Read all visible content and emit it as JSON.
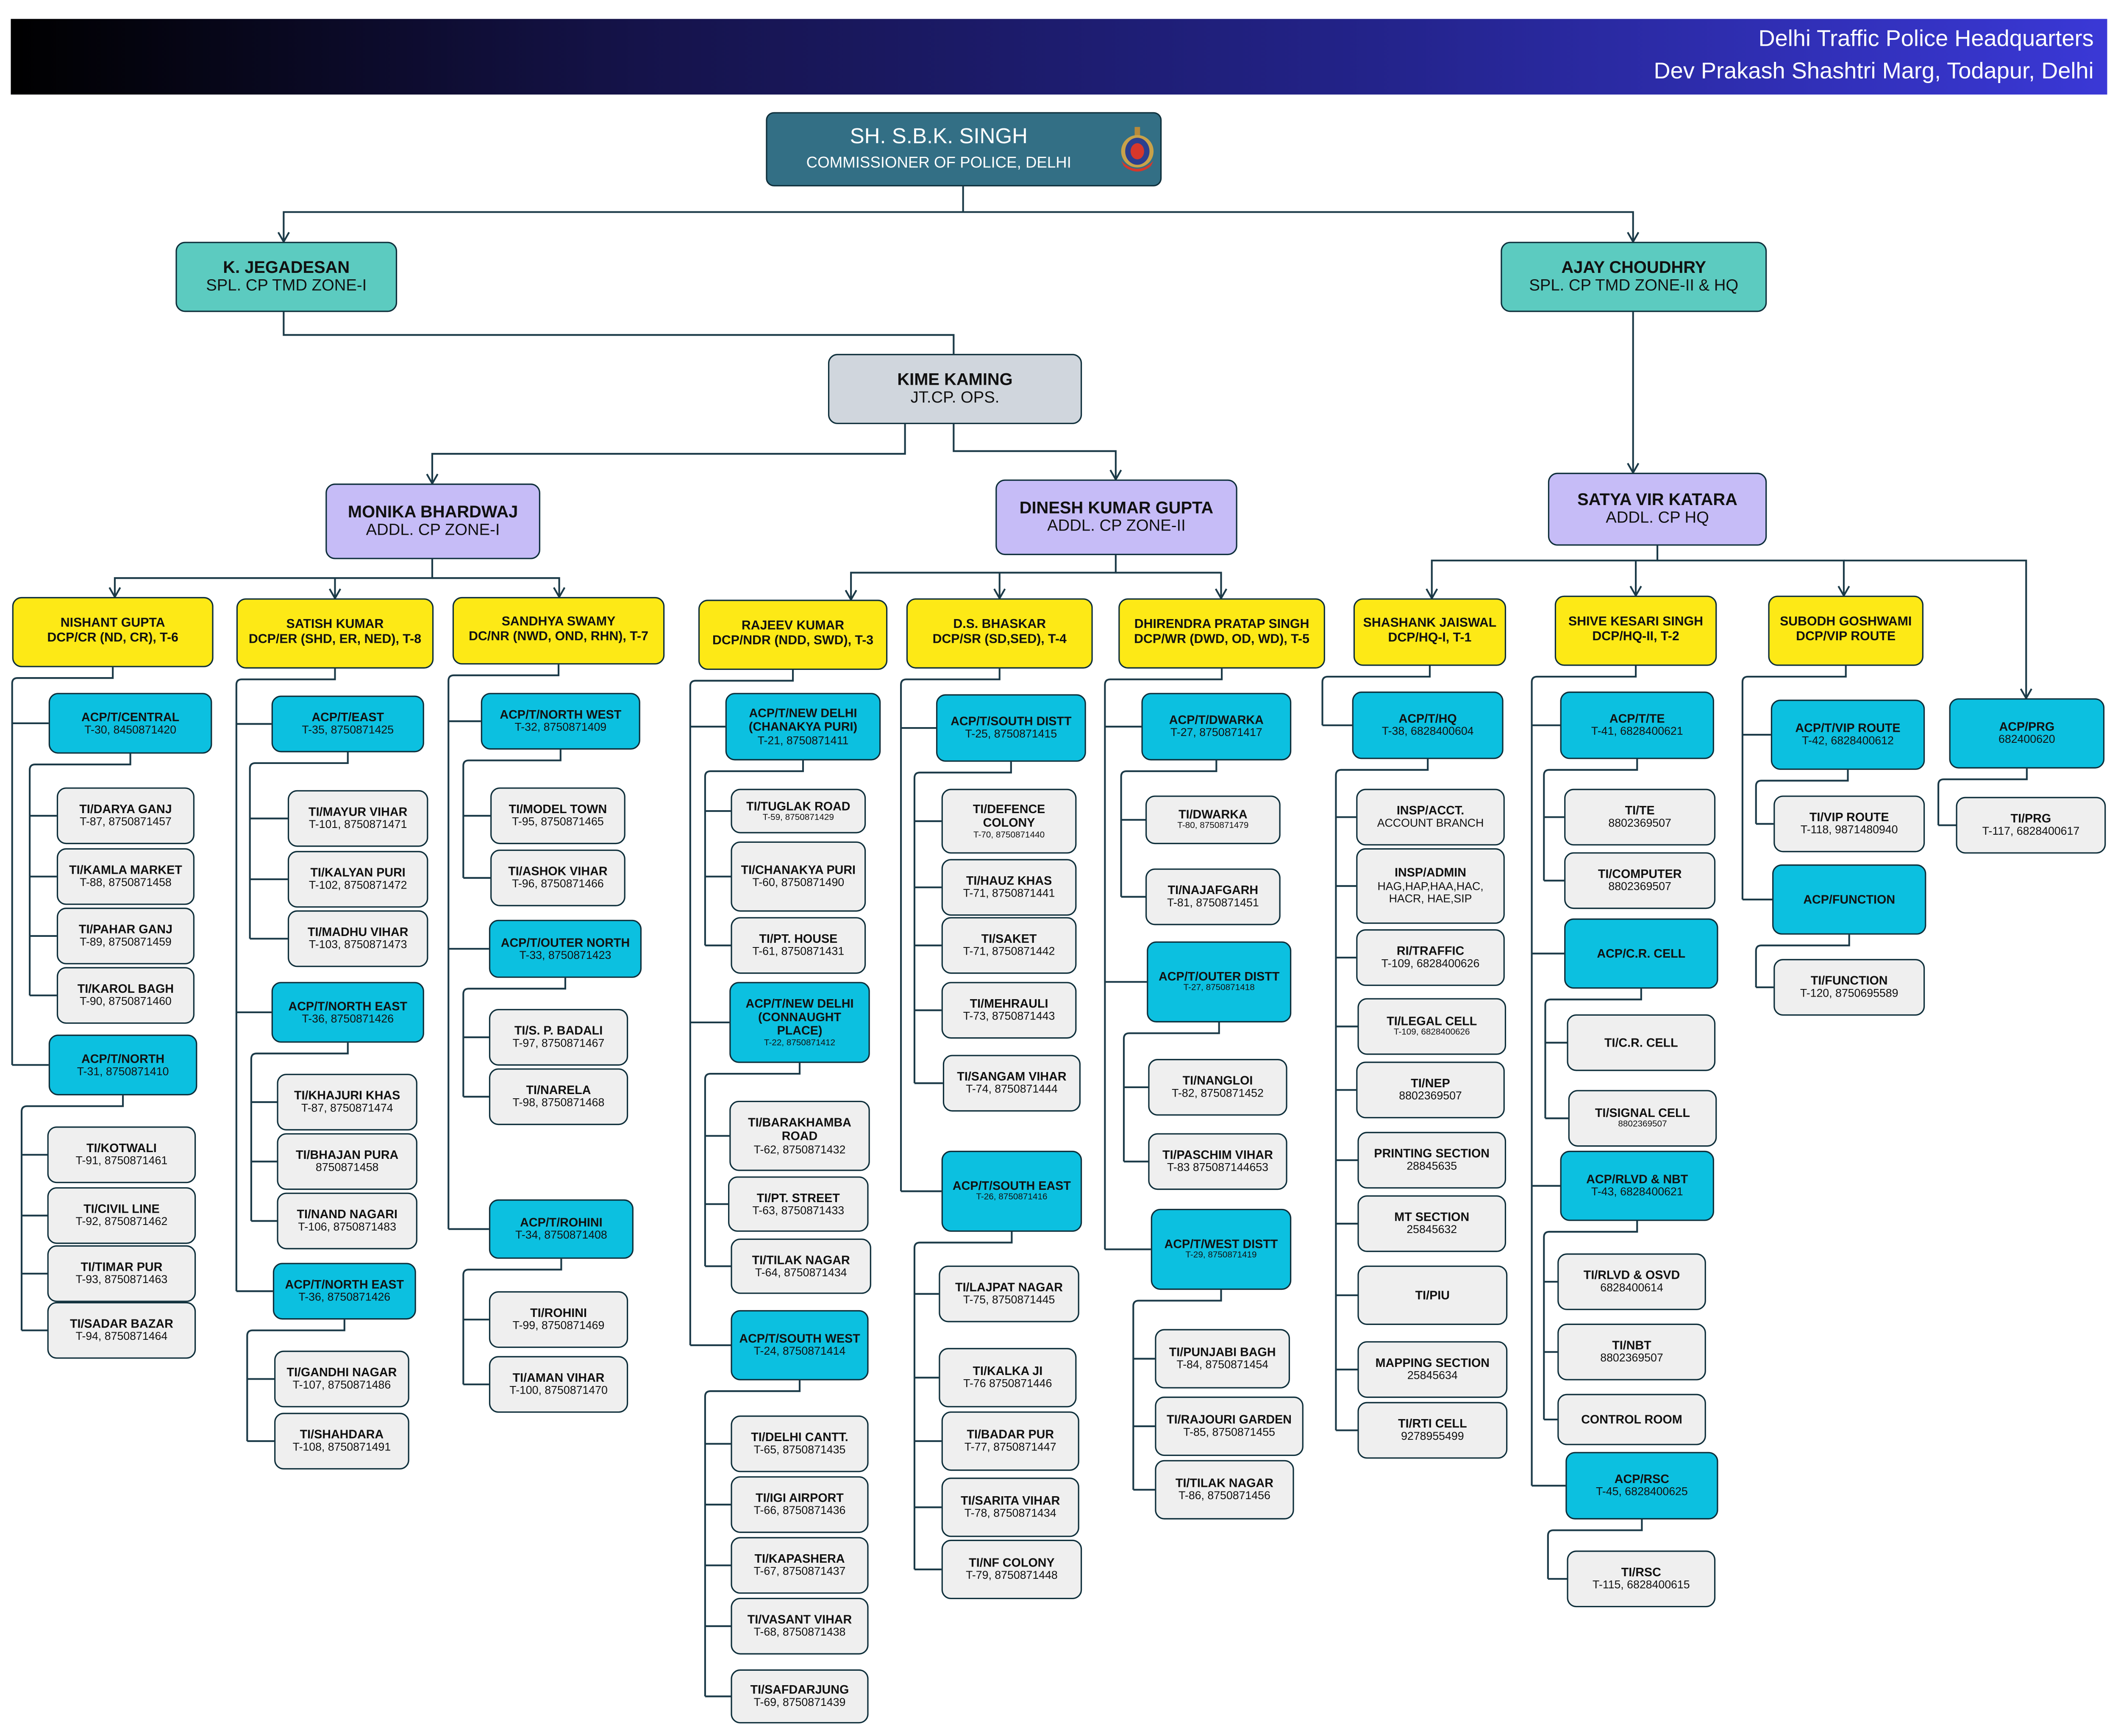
{
  "header": {
    "line1": "Delhi Traffic Police Headquarters",
    "line2": "Dev Prakash Shashtri Marg, Todapur, Delhi"
  },
  "colors": {
    "cp": "#336f85",
    "spl": "#5ccbc0",
    "jt": "#d0d6dd",
    "addl": "#c6bcf7",
    "dcp": "#fde916",
    "acp": "#0cc0e0",
    "ti": "#efefef",
    "line": "#1b3a48"
  },
  "nodes": {
    "cp": {
      "title": "SH. S.B.K. SINGH",
      "sub": "COMMISSIONER OF POLICE, DELHI"
    },
    "jeg": {
      "title": "K. JEGADESAN",
      "sub": "SPL. CP TMD ZONE-I"
    },
    "ajay": {
      "title": "AJAY CHOUDHRY",
      "sub": "SPL. CP TMD ZONE-II & HQ"
    },
    "kime": {
      "title": "KIME KAMING",
      "sub": "JT.CP. OPS."
    },
    "monika": {
      "title": "MONIKA BHARDWAJ",
      "sub": "ADDL. CP ZONE-I"
    },
    "dinesh": {
      "title": "DINESH KUMAR GUPTA",
      "sub": "ADDL. CP ZONE-II"
    },
    "satya": {
      "title": "SATYA VIR KATARA",
      "sub": "ADDL. CP HQ"
    },
    "d1": {
      "title": "NISHANT GUPTA",
      "sub": "DCP/CR (ND, CR), T-6"
    },
    "d2": {
      "title": "SATISH KUMAR",
      "sub": "DCP/ER (SHD, ER, NED), T-8"
    },
    "d3": {
      "title": "SANDHYA SWAMY",
      "sub": "DC/NR (NWD, OND, RHN), T-7"
    },
    "d4": {
      "title": "RAJEEV KUMAR",
      "sub": "DCP/NDR (NDD, SWD), T-3"
    },
    "d5": {
      "title": "D.S. BHASKAR",
      "sub": "DCP/SR (SD,SED), T-4"
    },
    "d6": {
      "title": "DHIRENDRA PRATAP SINGH",
      "sub": "DCP/WR (DWD, OD, WD), T-5"
    },
    "d7": {
      "title": "SHASHANK JAISWAL",
      "sub": "DCP/HQ-I, T-1"
    },
    "d8": {
      "title": "SHIVE KESARI SINGH",
      "sub": "DCP/HQ-II, T-2"
    },
    "d9": {
      "title": "SUBODH GOSHWAMI",
      "sub": "DCP/VIP ROUTE"
    },
    "a1a": {
      "title": "ACP/T/CENTRAL",
      "sub": "T-30, 8450871420"
    },
    "t1a1": {
      "title": "TI/DARYA GANJ",
      "sub": "T-87, 8750871457"
    },
    "t1a2": {
      "title": "TI/KAMLA MARKET",
      "sub": "T-88, 8750871458"
    },
    "t1a3": {
      "title": "TI/PAHAR GANJ",
      "sub": "T-89, 8750871459"
    },
    "t1a4": {
      "title": "TI/KAROL BAGH",
      "sub": "T-90, 8750871460"
    },
    "a1b": {
      "title": "ACP/T/NORTH",
      "sub": "T-31, 8750871410"
    },
    "t1b1": {
      "title": "TI/KOTWALI",
      "sub": "T-91, 8750871461"
    },
    "t1b2": {
      "title": "TI/CIVIL LINE",
      "sub": "T-92, 8750871462"
    },
    "t1b3": {
      "title": "TI/TIMAR PUR",
      "sub": "T-93, 8750871463"
    },
    "t1b4": {
      "title": "TI/SADAR BAZAR",
      "sub": "T-94, 8750871464"
    },
    "a2a": {
      "title": "ACP/T/EAST",
      "sub": "T-35, 8750871425"
    },
    "t2a1": {
      "title": "TI/MAYUR VIHAR",
      "sub": "T-101, 8750871471"
    },
    "t2a2": {
      "title": "TI/KALYAN PURI",
      "sub": "T-102, 8750871472"
    },
    "t2a3": {
      "title": "TI/MADHU VIHAR",
      "sub": "T-103, 8750871473"
    },
    "a2b": {
      "title": "ACP/T/NORTH EAST",
      "sub": "T-36, 8750871426"
    },
    "t2b1": {
      "title": "TI/KHAJURI KHAS",
      "sub": "T-87, 8750871474"
    },
    "t2b2": {
      "title": "TI/BHAJAN PURA",
      "sub": "8750871458"
    },
    "t2b3": {
      "title": "TI/NAND NAGARI",
      "sub": "T-106, 8750871483"
    },
    "a2c": {
      "title": "ACP/T/NORTH EAST",
      "sub": "T-36, 8750871426"
    },
    "t2c1": {
      "title": "TI/GANDHI NAGAR",
      "sub": "T-107, 8750871486"
    },
    "t2c2": {
      "title": "TI/SHAHDARA",
      "sub": "T-108, 8750871491"
    },
    "a3a": {
      "title": "ACP/T/NORTH WEST",
      "sub": "T-32, 8750871409"
    },
    "t3a1": {
      "title": "TI/MODEL TOWN",
      "sub": "T-95, 8750871465"
    },
    "t3a2": {
      "title": "TI/ASHOK VIHAR",
      "sub": "T-96, 8750871466"
    },
    "a3b": {
      "title": "ACP/T/OUTER NORTH",
      "sub": "T-33, 8750871423"
    },
    "t3b1": {
      "title": "TI/S. P. BADALI",
      "sub": "T-97, 8750871467"
    },
    "t3b2": {
      "title": "TI/NARELA",
      "sub": "T-98, 8750871468"
    },
    "a3c": {
      "title": "ACP/T/ROHINI",
      "sub": "T-34, 8750871408"
    },
    "t3c1": {
      "title": "TI/ROHINI",
      "sub": "T-99, 8750871469"
    },
    "t3c2": {
      "title": "TI/AMAN VIHAR",
      "sub": "T-100, 8750871470"
    },
    "a4a": {
      "title": "ACP/T/NEW DELHI (CHANAKYA PURI)",
      "sub": "T-21, 8750871411"
    },
    "t4a1": {
      "title": "TI/TUGLAK ROAD",
      "sub": "T-59, 8750871429"
    },
    "t4a2": {
      "title": "TI/CHANAKYA PURI",
      "sub": "T-60, 8750871490"
    },
    "t4a3": {
      "title": "TI/PT. HOUSE",
      "sub": "T-61, 8750871431"
    },
    "a4b": {
      "title": "ACP/T/NEW DELHI (CONNAUGHT PLACE)",
      "sub": "T-22, 8750871412"
    },
    "t4b1": {
      "title": "TI/BARAKHAMBA ROAD",
      "sub": "T-62, 8750871432"
    },
    "t4b2": {
      "title": "TI/PT. STREET",
      "sub": "T-63, 8750871433"
    },
    "t4b3": {
      "title": "TI/TILAK NAGAR",
      "sub": "T-64, 8750871434"
    },
    "a4c": {
      "title": "ACP/T/SOUTH WEST",
      "sub": "T-24, 8750871414"
    },
    "t4c1": {
      "title": "TI/DELHI CANTT.",
      "sub": "T-65, 8750871435"
    },
    "t4c2": {
      "title": "TI/IGI AIRPORT",
      "sub": "T-66, 8750871436"
    },
    "t4c3": {
      "title": "TI/KAPASHERA",
      "sub": "T-67, 8750871437"
    },
    "t4c4": {
      "title": "TI/VASANT VIHAR",
      "sub": "T-68, 8750871438"
    },
    "t4c5": {
      "title": "TI/SAFDARJUNG",
      "sub": "T-69, 8750871439"
    },
    "a5a": {
      "title": "ACP/T/SOUTH DISTT",
      "sub": "T-25, 8750871415"
    },
    "t5a1": {
      "title": "TI/DEFENCE COLONY",
      "sub": "T-70, 8750871440"
    },
    "t5a2": {
      "title": "TI/HAUZ KHAS",
      "sub": "T-71, 8750871441"
    },
    "t5a3": {
      "title": "TI/SAKET",
      "sub": "T-71, 8750871442"
    },
    "t5a4": {
      "title": "TI/MEHRAULI",
      "sub": "T-73, 8750871443"
    },
    "t5a5": {
      "title": "TI/SANGAM VIHAR",
      "sub": "T-74, 8750871444"
    },
    "a5b": {
      "title": "ACP/T/SOUTH EAST",
      "sub": "T-26, 8750871416"
    },
    "t5b1": {
      "title": "TI/LAJPAT NAGAR",
      "sub": "T-75, 8750871445"
    },
    "t5b2": {
      "title": "TI/KALKA JI",
      "sub": "T-76 8750871446"
    },
    "t5b3": {
      "title": "TI/BADAR PUR",
      "sub": "T-77, 8750871447"
    },
    "t5b4": {
      "title": "TI/SARITA VIHAR",
      "sub": "T-78, 8750871434"
    },
    "t5b5": {
      "title": "TI/NF COLONY",
      "sub": "T-79, 8750871448"
    },
    "a6a": {
      "title": "ACP/T/DWARKA",
      "sub": "T-27, 8750871417"
    },
    "t6a1": {
      "title": "TI/DWARKA",
      "sub": "T-80, 8750871479"
    },
    "t6a2": {
      "title": "TI/NAJAFGARH",
      "sub": "T-81, 8750871451"
    },
    "a6b": {
      "title": "ACP/T/OUTER DISTT",
      "sub": "T-27, 8750871418"
    },
    "t6b1": {
      "title": "TI/NANGLOI",
      "sub": "T-82, 8750871452"
    },
    "t6b2": {
      "title": "TI/PASCHIM VIHAR",
      "sub": "T-83 875087144653"
    },
    "a6c": {
      "title": "ACP/T/WEST DISTT",
      "sub": "T-29, 8750871419"
    },
    "t6c1": {
      "title": "TI/PUNJABI BAGH",
      "sub": "T-84, 8750871454"
    },
    "t6c2": {
      "title": "TI/RAJOURI GARDEN",
      "sub": "T-85, 8750871455"
    },
    "t6c3": {
      "title": "TI/TILAK NAGAR",
      "sub": "T-86, 8750871456"
    },
    "a7a": {
      "title": "ACP/T/HQ",
      "sub": "T-38, 6828400604"
    },
    "t7a1": {
      "title": "INSP/ACCT.",
      "sub": "ACCOUNT BRANCH"
    },
    "t7a2": {
      "title": "INSP/ADMIN",
      "sub": "HAG,HAP,HAA,HAC, HACR, HAE,SIP"
    },
    "t7a3": {
      "title": "RI/TRAFFIC",
      "sub": "T-109, 6828400626"
    },
    "t7a4": {
      "title": "TI/LEGAL CELL",
      "sub": "T-109, 6828400626"
    },
    "t7a5": {
      "title": "TI/NEP",
      "sub": "8802369507"
    },
    "t7a6": {
      "title": "PRINTING SECTION",
      "sub": "28845635"
    },
    "t7a7": {
      "title": "MT SECTION",
      "sub": "25845632"
    },
    "t7a8": {
      "title": "TI/PIU",
      "sub": ""
    },
    "t7a9": {
      "title": "MAPPING SECTION",
      "sub": "25845634"
    },
    "t7a10": {
      "title": "TI/RTI CELL",
      "sub": "9278955499"
    },
    "a8a": {
      "title": "ACP/T/TE",
      "sub": "T-41, 6828400621"
    },
    "t8a1": {
      "title": "TI/TE",
      "sub": "8802369507"
    },
    "t8a2": {
      "title": "TI/COMPUTER",
      "sub": "8802369507"
    },
    "a8b": {
      "title": "ACP/C.R. CELL",
      "sub": ""
    },
    "t8b1": {
      "title": "TI/C.R. CELL",
      "sub": ""
    },
    "t8b2": {
      "title": "TI/SIGNAL CELL",
      "sub": "8802369507"
    },
    "a8c": {
      "title": "ACP/RLVD & NBT",
      "sub": "T-43, 6828400621"
    },
    "t8c1": {
      "title": "TI/RLVD & OSVD",
      "sub": "6828400614"
    },
    "t8c2": {
      "title": "TI/NBT",
      "sub": "8802369507"
    },
    "t8c3": {
      "title": "CONTROL ROOM",
      "sub": ""
    },
    "a8d": {
      "title": "ACP/RSC",
      "sub": "T-45, 6828400625"
    },
    "t8d1": {
      "title": "TI/RSC",
      "sub": "T-115, 6828400615"
    },
    "a9a": {
      "title": "ACP/T/VIP ROUTE",
      "sub": "T-42, 6828400612"
    },
    "t9a1": {
      "title": "TI/VIP ROUTE",
      "sub": "T-118, 9871480940"
    },
    "a9b": {
      "title": "ACP/FUNCTION",
      "sub": ""
    },
    "t9b1": {
      "title": "TI/FUNCTION",
      "sub": "T-120, 8750695589"
    },
    "prg": {
      "title": "ACP/PRG",
      "sub": "682400620"
    },
    "tprg": {
      "title": "TI/PRG",
      "sub": "T-117, 6828400617"
    }
  }
}
